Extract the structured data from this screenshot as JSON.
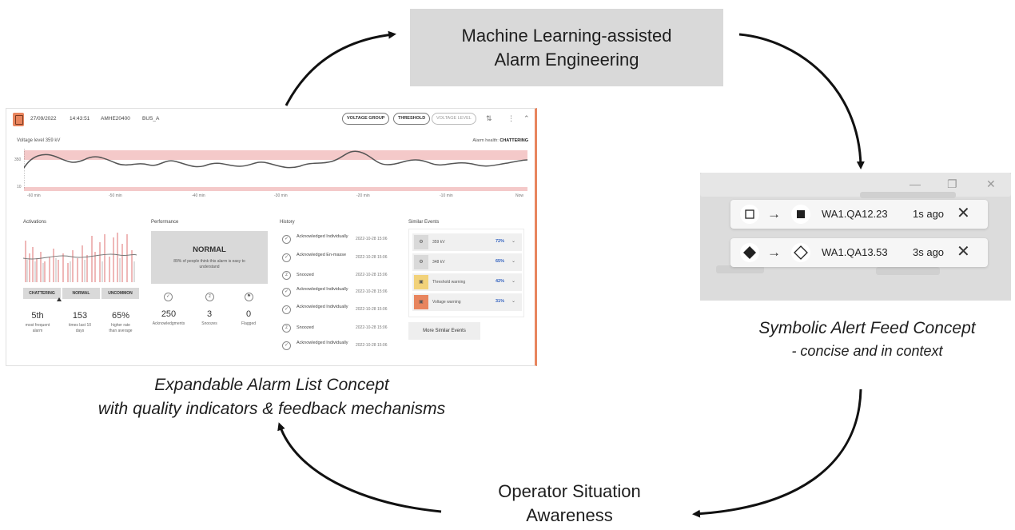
{
  "top_box": {
    "line1": "Machine Learning-assisted",
    "line2": "Alarm Engineering"
  },
  "left_caption": {
    "line1": "Expandable Alarm List Concept",
    "line2": "with quality indicators & feedback mechanisms"
  },
  "right_caption": {
    "line1": "Symbolic Alert Feed Concept",
    "line2": "- concise and in context"
  },
  "bottom_label": {
    "line1": "Operator Situation",
    "line2": "Awareness"
  },
  "colors": {
    "accent": "#e8855e",
    "box_gray": "#d9d9d9",
    "band_pink": "#f4c9c9",
    "link_blue": "#3060c0"
  },
  "alarm_panel": {
    "header": {
      "date": "27/09/2022",
      "time": "14:43:51",
      "id": "AMHE20400",
      "bus": "BUS_A",
      "pills": [
        "VOLTAGE GROUP",
        "THRESHOLD",
        "VOLTAGE LEVEL"
      ],
      "icons": [
        "clipboard-icon",
        "swap-icon",
        "more-vert-icon",
        "chevron-up-icon"
      ]
    },
    "voltage_label": "Voltage level 359 kV",
    "alarm_health_label": "Alarm health:",
    "alarm_health_value": "CHATTERING",
    "chart": {
      "y_ticks": [
        "350",
        "10"
      ],
      "x_ticks": [
        "-60 min",
        "-50 min",
        "-40 min",
        "-30 min",
        "-20 min",
        "-10 min",
        "Now"
      ]
    },
    "activations": {
      "title": "Activations",
      "tags": [
        "CHATTERING",
        "NORMAL",
        "UNCOMMON"
      ],
      "stats": [
        {
          "value": "5th",
          "desc1": "most frequent",
          "desc2": "alarm"
        },
        {
          "value": "153",
          "desc1": "times last 10",
          "desc2": "days"
        },
        {
          "value": "65%",
          "desc1": "higher rate",
          "desc2": "than average"
        }
      ]
    },
    "performance": {
      "title": "Performance",
      "status": "NORMAL",
      "desc": "89% of people think this alarm is easy to understand",
      "stats": [
        {
          "icon": "check-circle-icon",
          "value": "250",
          "desc": "Acknowledgments"
        },
        {
          "icon": "snooze-icon",
          "value": "3",
          "desc": "Snoozes"
        },
        {
          "icon": "flag-icon",
          "value": "0",
          "desc": "Flagged"
        }
      ]
    },
    "history": {
      "title": "History",
      "rows": [
        {
          "label": "Acknowledged Individually",
          "date": "2022-10-28 15:06",
          "icon": "check"
        },
        {
          "label": "Acknowledged En-masse",
          "date": "2022-10-28 15:06",
          "icon": "check"
        },
        {
          "label": "Snoozed",
          "date": "2022-10-28 15:06",
          "icon": "snooze"
        },
        {
          "label": "Acknowledged Individually",
          "date": "2022-10-28 15:06",
          "icon": "check"
        },
        {
          "label": "Acknowledged Individually",
          "date": "2022-10-28 15:06",
          "icon": "check"
        },
        {
          "label": "Snoozed",
          "date": "2022-10-28 15:06",
          "icon": "snooze"
        },
        {
          "label": "Acknowledged Individually",
          "date": "2022-10-28 15:06",
          "icon": "check"
        }
      ]
    },
    "similar_events": {
      "title": "Similar Events",
      "rows": [
        {
          "label": "359 kV",
          "pct": "72%",
          "color": "#d9d9d9"
        },
        {
          "label": "348 kV",
          "pct": "65%",
          "color": "#d9d9d9"
        },
        {
          "label": "Threshold warning",
          "pct": "42%",
          "color": "#f2d27a"
        },
        {
          "label": "Voltage warning",
          "pct": "31%",
          "color": "#e8855e"
        }
      ],
      "more_button": "More Similar Events"
    }
  },
  "feed_panel": {
    "window_icons": [
      "minimize-icon",
      "restore-icon",
      "close-icon"
    ],
    "alerts": [
      {
        "code": "WA1.QA12.23",
        "ago": "1s ago",
        "from": "square-outline",
        "to": "square-filled"
      },
      {
        "code": "WA1.QA13.53",
        "ago": "3s ago",
        "from": "diamond-filled",
        "to": "diamond-outline"
      }
    ]
  }
}
